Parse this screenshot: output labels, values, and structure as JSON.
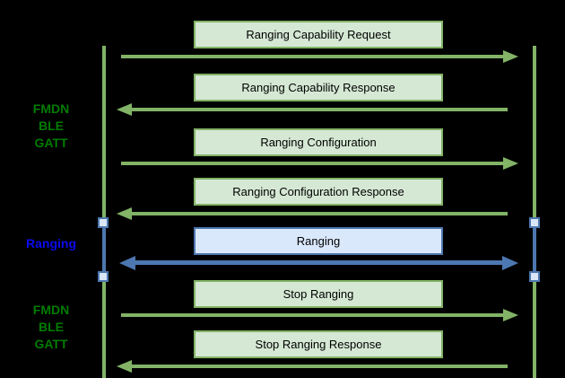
{
  "colors": {
    "green_stroke": "#82b366",
    "green_fill": "#d5e8d4",
    "blue_stroke": "#4d77b0",
    "blue_fill": "#dae8fc",
    "label_green": "#007c00",
    "label_blue": "#0b0bee",
    "background": "#000000"
  },
  "side_labels": [
    {
      "lines": [
        "FMDN",
        "BLE",
        "GATT"
      ],
      "color": "green"
    },
    {
      "lines": [
        "Ranging"
      ],
      "color": "blue"
    },
    {
      "lines": [
        "FMDN",
        "BLE",
        "GATT"
      ],
      "color": "green"
    }
  ],
  "messages": [
    {
      "label": "Ranging Capability Request",
      "direction": "right",
      "style": "green"
    },
    {
      "label": "Ranging Capability Response",
      "direction": "left",
      "style": "green"
    },
    {
      "label": "Ranging Configuration",
      "direction": "right",
      "style": "green"
    },
    {
      "label": "Ranging Configuration Response",
      "direction": "left",
      "style": "green"
    },
    {
      "label": "Ranging",
      "direction": "both",
      "style": "blue"
    },
    {
      "label": "Stop Ranging",
      "direction": "right",
      "style": "green"
    },
    {
      "label": "Stop Ranging Response",
      "direction": "left",
      "style": "green"
    }
  ],
  "lifelines": {
    "left": "participant-left",
    "right": "participant-right"
  }
}
